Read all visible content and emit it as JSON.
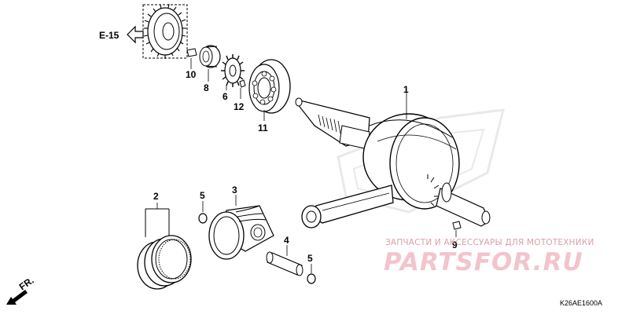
{
  "callouts": {
    "crankshaft": "1",
    "piston_rings": "2",
    "piston": "3",
    "piston_pin": "4",
    "clip_upper": "5",
    "clip_lower": "5",
    "sprocket": "6",
    "collar": "8",
    "key": "9",
    "woodruff_key": "10",
    "bearing": "11",
    "pin": "12"
  },
  "reference": {
    "label": "E-15"
  },
  "direction": {
    "label": "FR."
  },
  "watermark": {
    "tagline": "ЗАПЧАСТИ И АКСЕССУАРЫ ДЛЯ МОТОТЕХНИКИ",
    "brand": "PARTSFOR.RU"
  },
  "diagram_code": "K26AE1600A"
}
